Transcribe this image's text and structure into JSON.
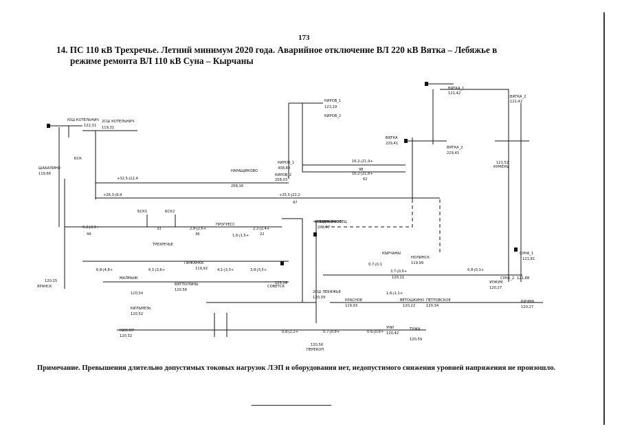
{
  "page_number": "173",
  "title": {
    "line1": "14. ПС 110 кВ Трехречье. Летний минимум 2020 года. Аварийное отключение ВЛ 220 кВ Вятка – Лебяжье в",
    "line2": "режиме ремонта ВЛ 110 кВ Суна – Кырчаны"
  },
  "diagram": {
    "labels": {
      "kotelnich": "ЮШ КОТЕЛЬНИЧ",
      "kotelnich_v": "122,31",
      "kotelnich2": "2СШ КОТЕЛЬНИЧ",
      "kotelnich2_v": "119,31",
      "kirov1": "КИРОВ_1",
      "kirov1_v": "123,19",
      "kirov2": "КИРОВ_2",
      "vyatka1": "ВЯТКА_1",
      "vyatka1_v": "121,42",
      "vyatka2": "ВЯТКА_2",
      "vyatka2_v": "121,42",
      "vyatka": "ВЯТКА",
      "vyatka_v": "229,41",
      "vyatka3": "ВЯТКА_2",
      "vyatka3_v": "229,41",
      "kirov": "КИРОВ_1",
      "kirov_v": "308,88",
      "kirov_b": "КИРОВ_2",
      "kirov_b_v": "258,03",
      "narashka": "НАРАЩИКОВО",
      "narashka_v": "258,16",
      "kumeny": "КУМЕНЫ",
      "kumeny_v": "121,52",
      "shabalino": "ШАБАЛИНО",
      "shabalino_v": "119,66",
      "yaransk": "ЯРАНСК",
      "yaransk_v": "120,15",
      "sovetsk": "СОВЕТСК",
      "sovetsk_v": "123,26",
      "lebyazhye": "ЛЕБЯЖЬЕ-220",
      "lebyazhye_v": "248,97",
      "suna": "СУНА_1",
      "suna_v": "121,81",
      "suna2": "СУНА_2",
      "suna2_v": "121,88",
      "pizhanka": "ПИЖАНКА",
      "pizhanka_v": "119,92",
      "progress": "ПРОГРЕСС",
      "trehreche": "ТРЕХРЕЧЬЕ",
      "nolinsk": "НОЛИНСК",
      "nolinsk_v": "119,99",
      "urzhum": "УРЖУМ",
      "urzhum_v": "120,27",
      "kyrchany": "КЫРЧАНЫ",
      "kyrchany_v": "120,11",
      "kilmez": "КИЛЬМЕЗЬ",
      "kilmez_v": "120,52",
      "malmyzh": "МАЛМЫЖ",
      "malmyzh_v": "120,54",
      "vyatpol": "ВЯТПОЛЯНЫ",
      "vyatpol_v": "120,56",
      "lebyazh110": "2СШ ЛЕБЯЖЬЕ",
      "lebyazh110_v": "120,39",
      "petrovskoe": "ПЕТРОВСКОЕ",
      "petrovskoe_v": "120,34",
      "vetoshkino": "ВЕТОШКИНО",
      "vetoshkino_v": "120,22",
      "uni": "УНИ",
      "uni_v": "120,42",
      "kichma": "КИЧМА",
      "kichma_v": "120,27",
      "tuzha": "ТУЖА",
      "tuzha_v": "120,59",
      "krasn": "КРАСНОЕ",
      "krasn_v": "119,93",
      "perekop": "ПЕРЕКОП",
      "perekop_v": "120,56",
      "kiknur": "КИКНУР",
      "kiknur_v": "120,32",
      "podosinovets": "ПОДОСИНОВЕЦ",
      "bsk1": "БСК1",
      "bsk2": "БСК2",
      "bsk": "БСК",
      "line_44": "44",
      "line_33": "33",
      "line_36": "36",
      "line_22": "22",
      "line_97": "97",
      "line_98": "98",
      "line_62": "62",
      "flow_1": "6,2-j3,3+",
      "flow_2": "2,8-j2,6+",
      "flow_3": "2,2-j2,4+",
      "flow_4": "16,2-j21,9+",
      "flow_5": "16,2-j21,8+",
      "flow_6": "+25,5-j22,2",
      "flow_7": "+26,3-j9,9",
      "flow_8": "+32,5-j12,4",
      "flow_9": "3,7-j0,6+",
      "flow_10": "0,7-j0,1",
      "flow_11": "1,6-j1,5+",
      "flow_12": "6,8-j4,8+",
      "flow_13": "6,1-j3,6+",
      "flow_14": "4,1-j3,3+",
      "flow_15": "3,8-j3,5+",
      "flow_16": "0,8-j0,1+",
      "flow_17": "1,6-j1,1+",
      "flow_18": "0,8-j2,2+",
      "flow_19": "0,7-j0,8+",
      "flow_20": "0,6-j0,8+"
    }
  },
  "note": "Примечание. Превышения длительно допустимых токовых нагрузок ЛЭП и оборудования нет, недопустимого снижения уровней напряжения не произошло."
}
